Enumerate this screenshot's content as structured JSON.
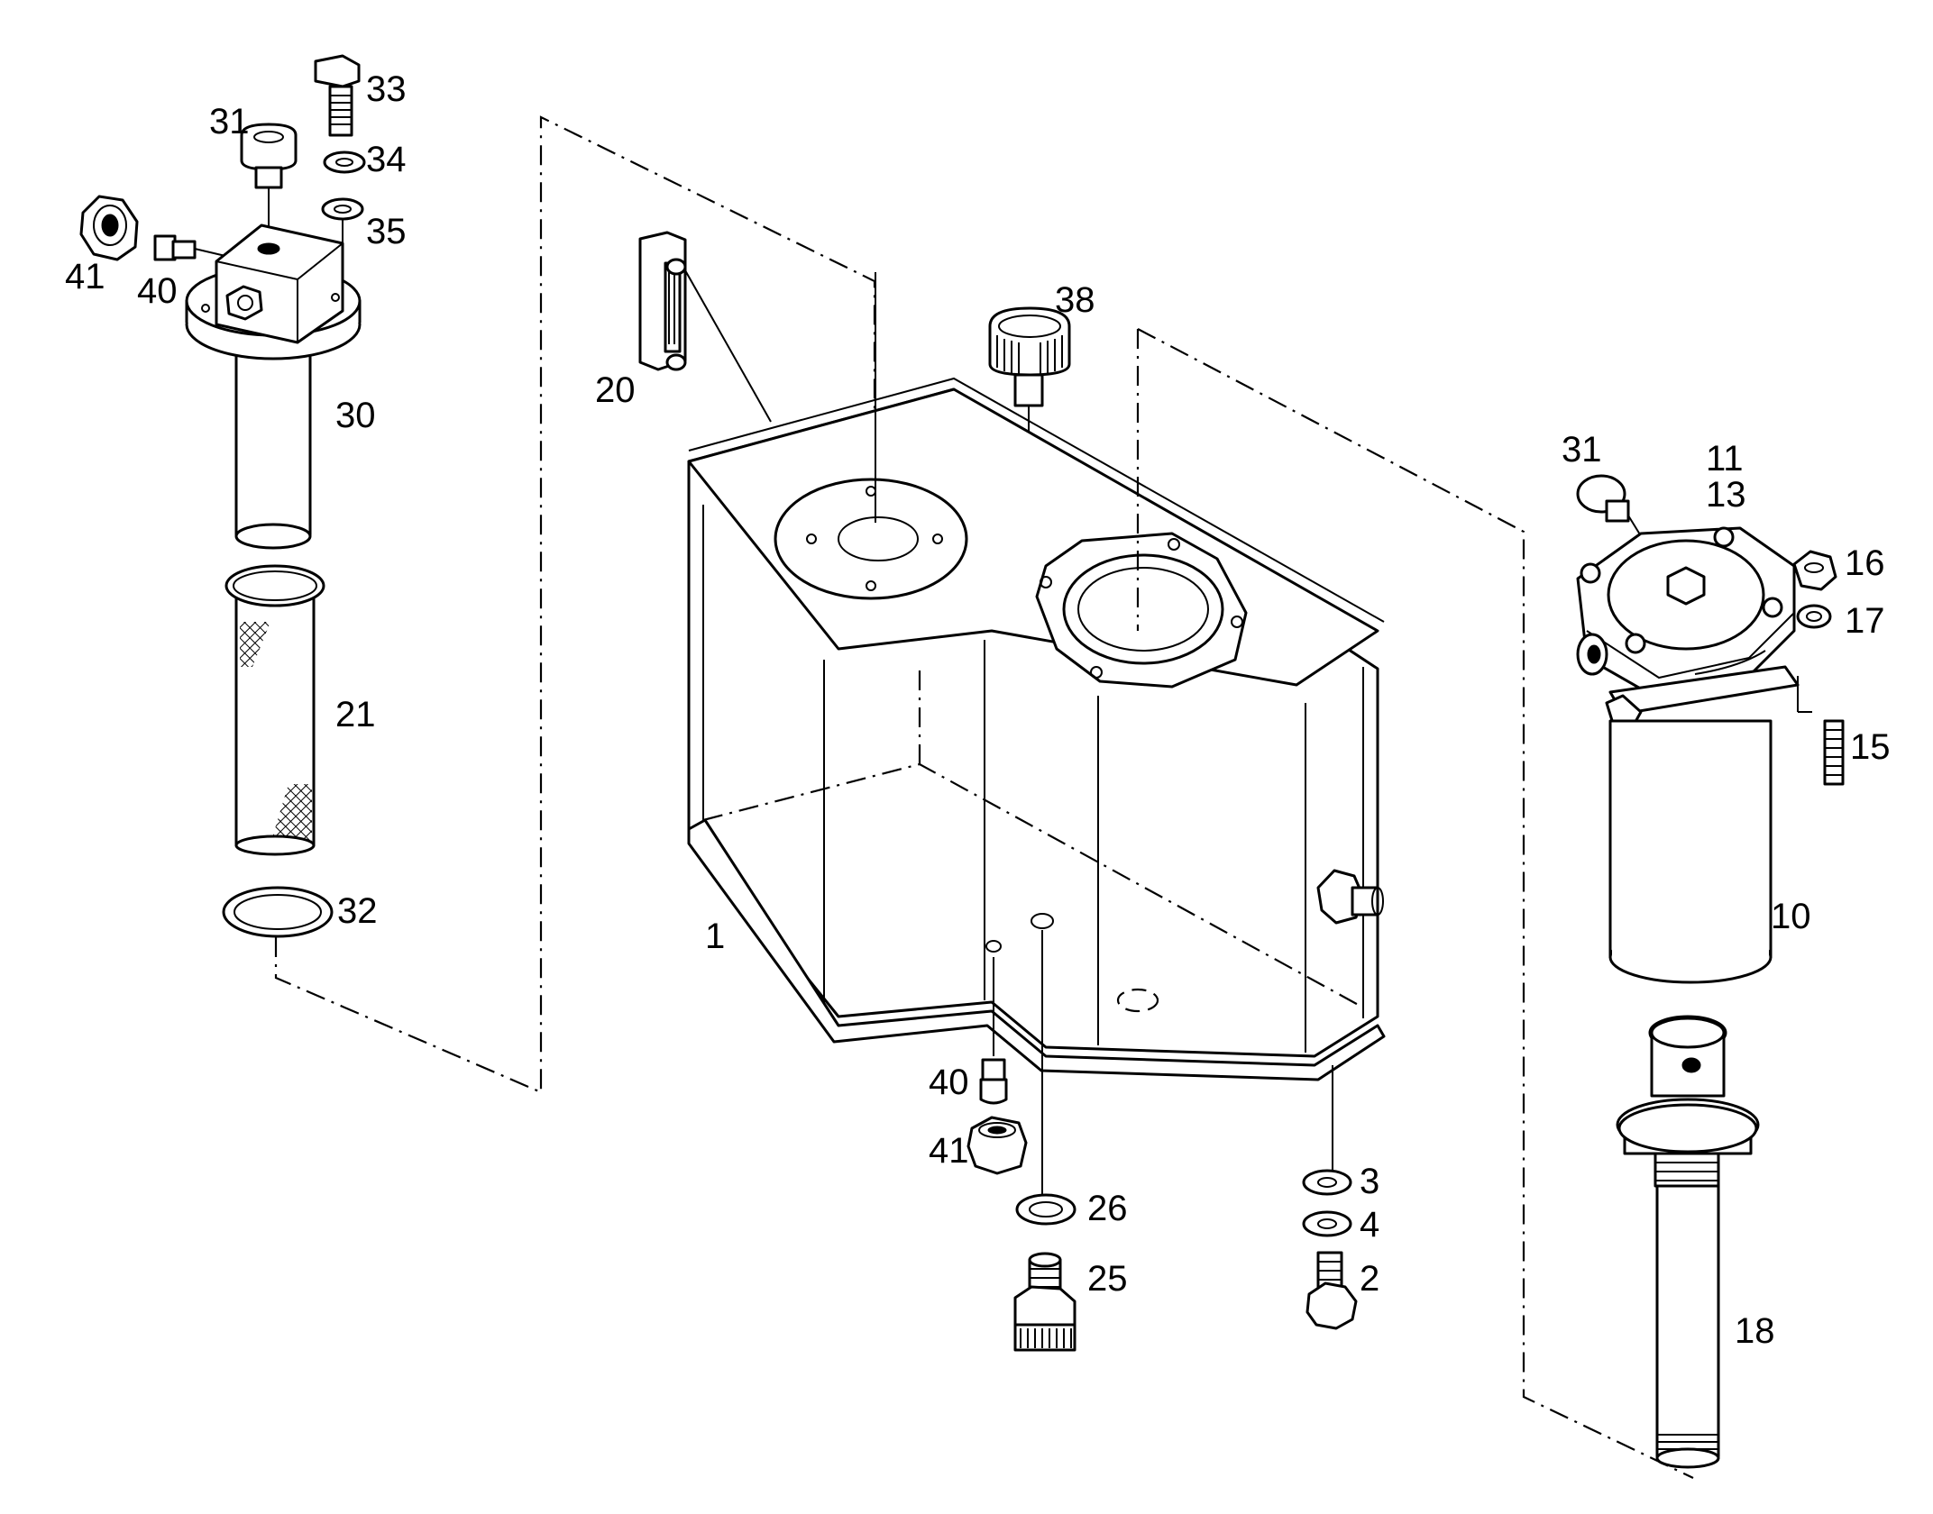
{
  "callouts": {
    "c1": "1",
    "c2": "2",
    "c3": "3",
    "c4": "4",
    "c10": "10",
    "c11": "11",
    "c13": "13",
    "c15": "15",
    "c16": "16",
    "c17": "17",
    "c18": "18",
    "c20": "20",
    "c21": "21",
    "c25": "25",
    "c26": "26",
    "c30": "30",
    "c31_left": "31",
    "c31_right": "31",
    "c32": "32",
    "c33": "33",
    "c34": "34",
    "c35": "35",
    "c38": "38",
    "c40_left": "40",
    "c40_bottom": "40",
    "c41_left": "41",
    "c41_bottom": "41"
  }
}
